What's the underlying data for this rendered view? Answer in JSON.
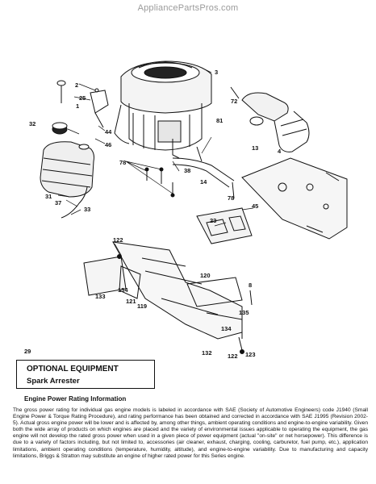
{
  "watermark": "AppliancePartsPros.com",
  "callouts": [
    {
      "id": "2",
      "text": "2"
    },
    {
      "id": "3",
      "text": "3"
    },
    {
      "id": "25",
      "text": "25"
    },
    {
      "id": "1",
      "text": "1"
    },
    {
      "id": "72",
      "text": "72"
    },
    {
      "id": "32",
      "text": "32"
    },
    {
      "id": "44",
      "text": "44"
    },
    {
      "id": "81",
      "text": "81"
    },
    {
      "id": "46",
      "text": "46"
    },
    {
      "id": "13",
      "text": "13"
    },
    {
      "id": "4",
      "text": "4"
    },
    {
      "id": "78a",
      "text": "78"
    },
    {
      "id": "38",
      "text": "38"
    },
    {
      "id": "14",
      "text": "14"
    },
    {
      "id": "31",
      "text": "31"
    },
    {
      "id": "37",
      "text": "37"
    },
    {
      "id": "78b",
      "text": "78"
    },
    {
      "id": "33",
      "text": "33"
    },
    {
      "id": "45",
      "text": "45"
    },
    {
      "id": "23",
      "text": "23"
    },
    {
      "id": "122a",
      "text": "122"
    },
    {
      "id": "133",
      "text": "133"
    },
    {
      "id": "134a",
      "text": "134"
    },
    {
      "id": "120",
      "text": "120"
    },
    {
      "id": "8",
      "text": "8"
    },
    {
      "id": "121",
      "text": "121"
    },
    {
      "id": "119",
      "text": "119"
    },
    {
      "id": "135",
      "text": "135"
    },
    {
      "id": "134b",
      "text": "134"
    },
    {
      "id": "29",
      "text": "29"
    },
    {
      "id": "132",
      "text": "132"
    },
    {
      "id": "123",
      "text": "123"
    },
    {
      "id": "122b",
      "text": "122"
    }
  ],
  "optional_equipment": {
    "title": "OPTIONAL EQUIPMENT",
    "item": "Spark Arrester"
  },
  "engine_power": {
    "heading": "Engine Power Rating Information",
    "body": "The gross power rating for individual gas engine models is labeled in accordance with SAE (Society of Automotive Engineers) code J1940 (Small Engine Power & Torque Rating Procedure), and rating performance has been obtained and corrected in accordance with SAE J1995 (Revision 2002-5). Actual gross engine power will be lower and is affected by, among other things, ambient operating conditions and engine-to-engine variability. Given both the wide array of products on which engines are placed and the variety of environmental issues applicable to operating the equipment, the gas engine will not develop the rated gross power when used in a given piece of power equipment (actual \"on-site\" or net horsepower). This difference is due to a variety of factors including, but not limited to, accessories (air cleaner, exhaust, charging, cooling, carburetor, fuel pump, etc.), application limitations, ambient operating conditions (temperature, humidity, altitude), and engine-to-engine variability. Due to manufacturing and capacity limitations, Briggs & Stratton may substitute an engine of higher rated power for this Series engine."
  }
}
